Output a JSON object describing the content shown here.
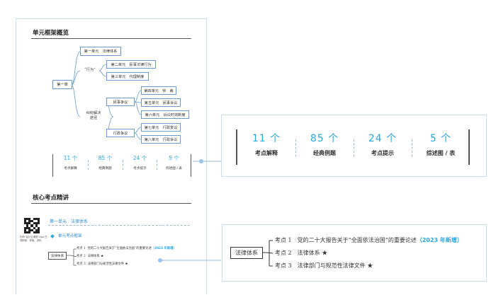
{
  "framework": {
    "title": "单元框架概览",
    "root": "第一章",
    "unit1": "第一单元　法律体系",
    "act": "“行为”",
    "unit2": "第二单元　民事法律行为",
    "unit3": "第三单元　代理制度",
    "resolve_line1": "纠纷解决",
    "resolve_line2": "途径",
    "civil": "民事争议",
    "unit4": "第四单元　仲　裁",
    "unit5": "第五单元　民事诉讼",
    "unit6": "第六单元　诉讼时效制度",
    "admin": "行政争议",
    "unit7": "第七单元　行政复议",
    "unit8": "第八单元　行政诉讼"
  },
  "stats": [
    {
      "num": "11 个",
      "label": "考点解释"
    },
    {
      "num": "85 个",
      "label": "经典例题"
    },
    {
      "num": "24 个",
      "label": "考点提示"
    },
    {
      "num": "5 个",
      "label": "综述图 / 表"
    }
  ],
  "core": {
    "title": "核心考点精讲",
    "qr_caption": "扫码“会计云课堂”App 白领职家，获取、资料",
    "unit_title": "第一单元　法律体系",
    "sub_title": "单元考点框架"
  },
  "law": {
    "label": "法律体系",
    "items": [
      {
        "kd": "考点 1",
        "text": "党的二十大报告关于“全面依法治国”的重要论述",
        "tag": "（2023 年新增）",
        "star": ""
      },
      {
        "kd": "考点 2",
        "text": "法律体系",
        "tag": "",
        "star": "★"
      },
      {
        "kd": "考点 3",
        "text": "法律部门与规范性法律文件",
        "tag": "",
        "star": "★"
      }
    ]
  },
  "mini_law": {
    "items": [
      {
        "kd": "考点 1",
        "text": "党的二十大报告关于“全面依法治国”的重要论述",
        "tag": "（2023 年新增）",
        "star": ""
      },
      {
        "kd": "考点 2",
        "text": "法律体系",
        "tag": "",
        "star": "★"
      },
      {
        "kd": "考点 3",
        "text": "法律部门与规范性法律文件",
        "tag": "",
        "star": "★"
      }
    ]
  },
  "colors": {
    "accent": "#2aa6e0",
    "box_border": "#6a9bd0",
    "panel_border": "#c9dcf0"
  }
}
